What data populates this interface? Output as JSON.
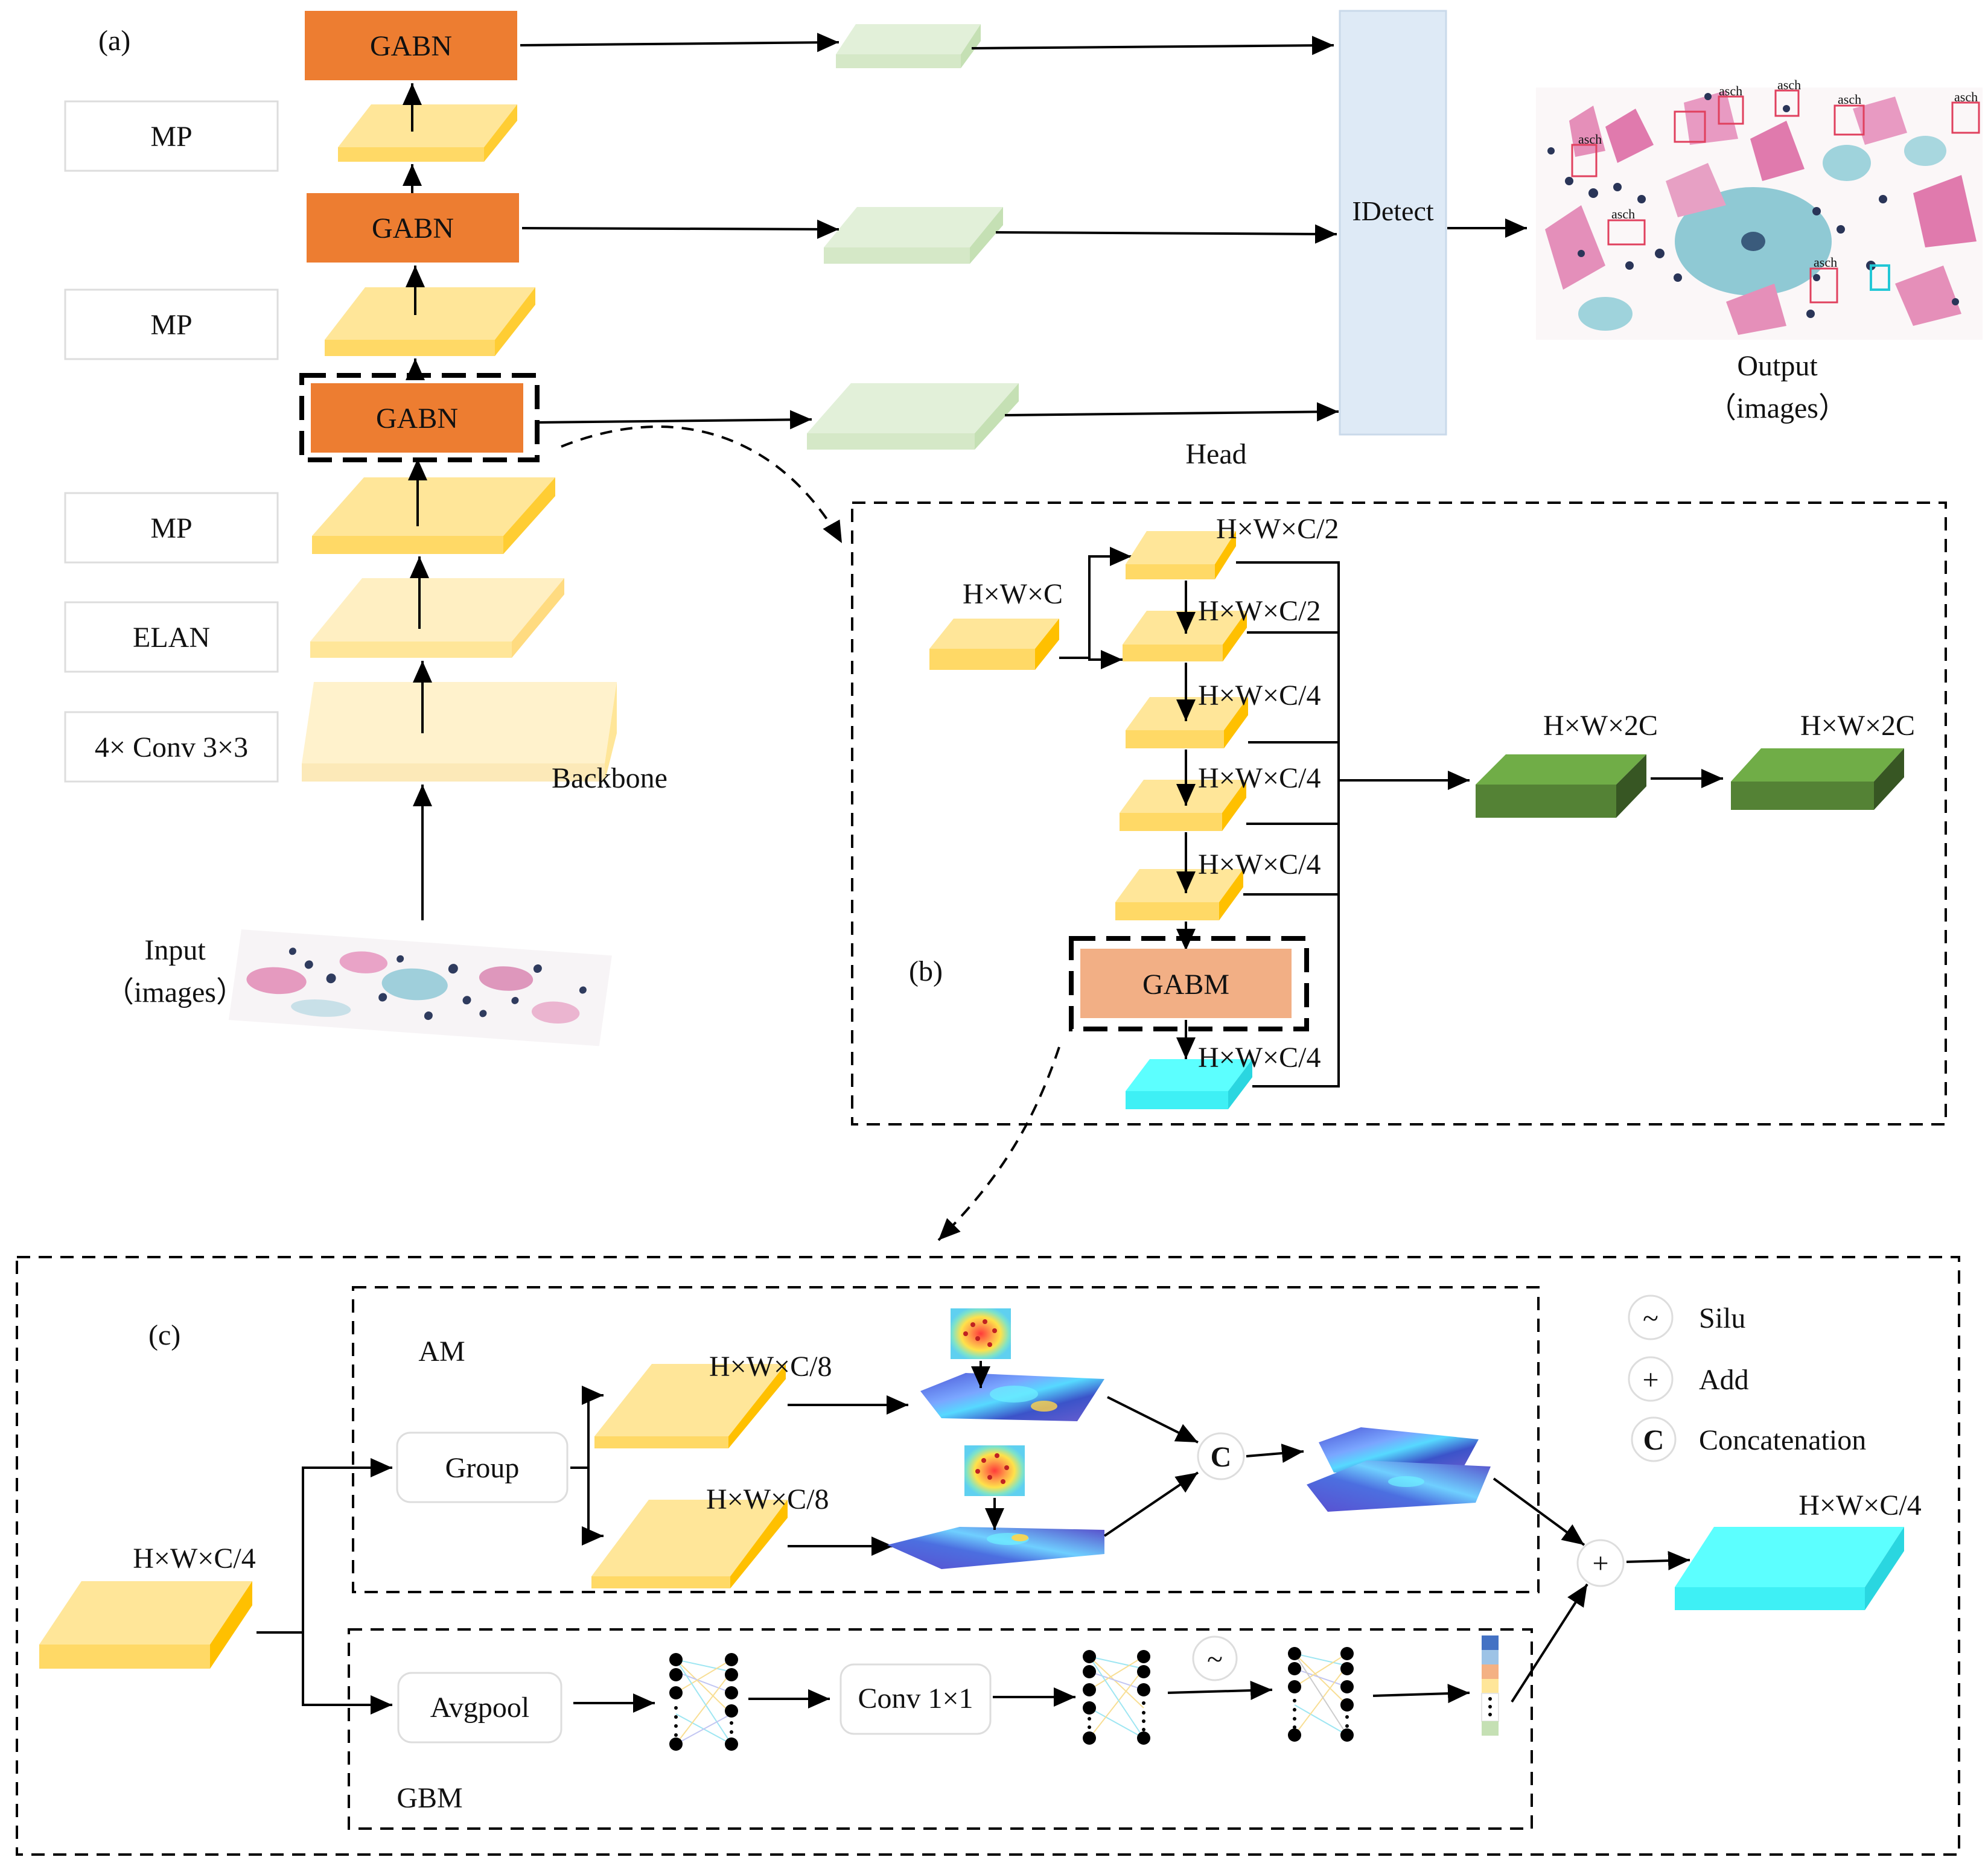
{
  "panels": {
    "a": "(a)",
    "b": "(b)",
    "c": "(c)"
  },
  "backbone": {
    "blocks": [
      "GABN",
      "GABN",
      "GABN"
    ],
    "side_tags": [
      "MP",
      "MP",
      "MP",
      "ELAN",
      "4× Conv 3×3"
    ],
    "backbone_label": "Backbone",
    "input_label_1": "Input",
    "input_label_2": "（images）"
  },
  "head": {
    "detect_label": "IDetect",
    "head_label": "Head",
    "output_label_1": "Output",
    "output_label_2": "（images）",
    "detection_tags": [
      "asch",
      "asch",
      "asch",
      "asch",
      "asch",
      "asch",
      "asch"
    ]
  },
  "gabn_detail": {
    "input_dim": "H×W×C",
    "dims": [
      "H×W×C/2",
      "H×W×C/2",
      "H×W×C/4",
      "H×W×C/4",
      "H×W×C/4"
    ],
    "gabm_label": "GABM",
    "gabm_out_dim": "H×W×C/4",
    "out_dims": [
      "H×W×2C",
      "H×W×2C"
    ]
  },
  "gabm_detail": {
    "input_dim": "H×W×C/4",
    "am_label": "AM",
    "gbm_label": "GBM",
    "group_label": "Group",
    "branch_dims": [
      "H×W×C/8",
      "H×W×C/8"
    ],
    "avgpool_label": "Avgpool",
    "conv_label": "Conv 1×1",
    "output_dim": "H×W×C/4"
  },
  "legend": [
    {
      "symbol": "~",
      "label": "Silu"
    },
    {
      "symbol": "+",
      "label": "Add"
    },
    {
      "symbol": "C",
      "label": "Concatenation"
    }
  ],
  "colors": {
    "gabn": "#ED7D31",
    "gabm": "#F2AF85",
    "feature_yellow": "#FFE699",
    "feature_green": "#70AD47",
    "feature_cyan": "#5CFFFF",
    "detect": "#DEEAF6",
    "head_green": "#E2F0D9"
  }
}
